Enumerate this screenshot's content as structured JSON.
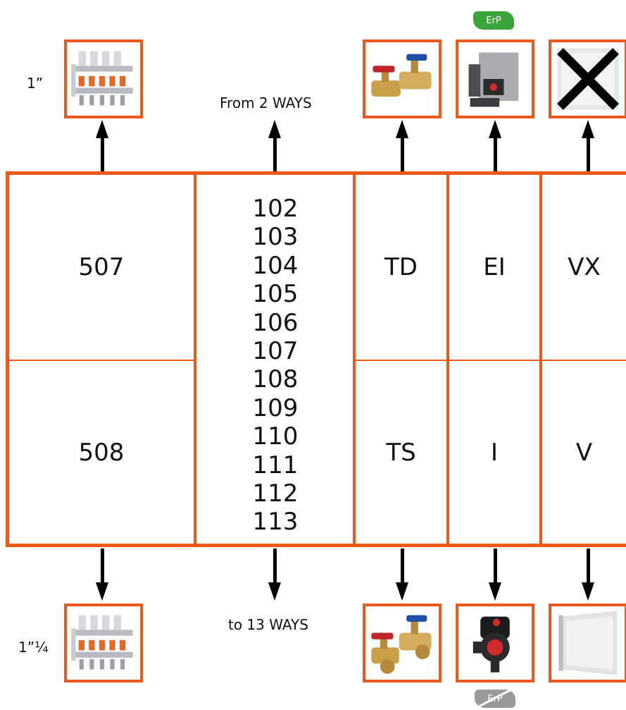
{
  "top": {
    "size_label": "1”",
    "ways_note": "From 2 WAYS",
    "erp_badge": "ErP",
    "images": [
      "manifold-icon",
      "ball-valves-icon",
      "circulator-pump-icon",
      "crossed-out-cabinet-icon"
    ]
  },
  "bottom": {
    "size_label": "1”¼",
    "ways_note": "to 13 WAYS",
    "erp_badge": "ErP",
    "images": [
      "manifold-icon",
      "ball-valves-icon",
      "circulator-pump-icon",
      "cabinet-icon"
    ]
  },
  "table": {
    "col1": {
      "top": "507",
      "bottom": "508"
    },
    "ways": [
      "102",
      "103",
      "104",
      "105",
      "106",
      "107",
      "108",
      "109",
      "110",
      "111",
      "112",
      "113"
    ],
    "col3": {
      "top": "TD",
      "bottom": "TS"
    },
    "col4": {
      "top": "EI",
      "bottom": "I"
    },
    "col5": {
      "top": "VX",
      "bottom": "V"
    }
  },
  "colors": {
    "accent": "#ea5a1a",
    "erp_green": "#3aa53a",
    "erp_grey": "#9a9a9a"
  }
}
